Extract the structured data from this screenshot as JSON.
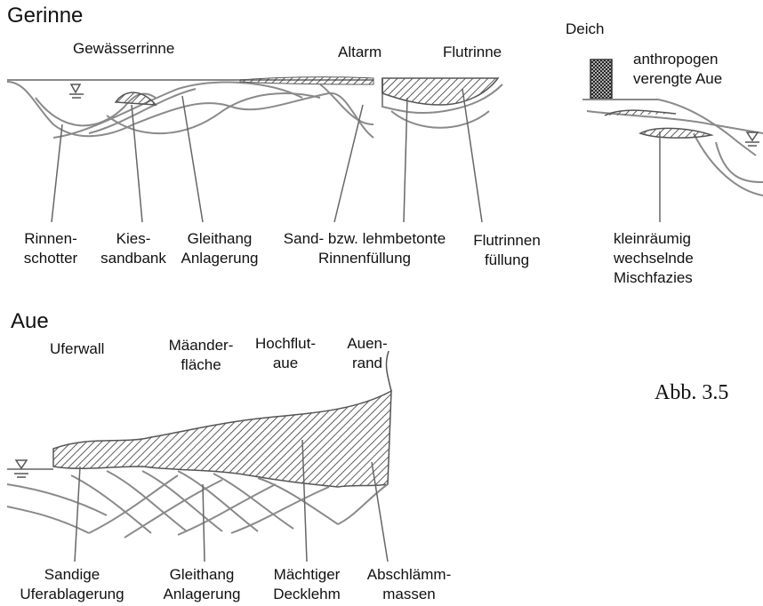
{
  "gerinne": {
    "heading": "Gerinne",
    "top_labels": {
      "gewaesserrinne": "Gewässerrinne",
      "altarm": "Altarm",
      "flutrinne": "Flutrinne"
    },
    "bottom_labels": {
      "rinnen_1": "Rinnen-",
      "rinnen_2": "schotter",
      "kies_1": "Kies-",
      "kies_2": "sandbank",
      "gleit_1": "Gleithang",
      "gleit_2": "Anlagerung",
      "sand_1": "Sand- bzw. lehmbetonte",
      "sand_2": "Rinnenfüllung",
      "flut_1": "Flutrinnen",
      "flut_2": "füllung"
    }
  },
  "deich": {
    "label": "Deich",
    "anthropogen_1": "anthropogen",
    "anthropogen_2": "verengte Aue",
    "klein_1": "kleinräumig",
    "klein_2": "wechselnde",
    "klein_3": "Mischfazies"
  },
  "aue": {
    "heading": "Aue",
    "top_labels": {
      "uferwall": "Uferwall",
      "maeander_1": "Mäander-",
      "maeander_2": "fläche",
      "hochflut_1": "Hochflut-",
      "hochflut_2": "aue",
      "auen_1": "Auen-",
      "auen_2": "rand"
    },
    "bottom_labels": {
      "sandige_1": "Sandige",
      "sandige_2": "Uferablagerung",
      "gleit_1": "Gleithang",
      "gleit_2": "Anlagerung",
      "maechtig_1": "Mächtiger",
      "maechtig_2": "Decklehm",
      "abschl_1": "Abschlämm-",
      "abschl_2": "massen"
    }
  },
  "caption": "Abb. 3.5"
}
